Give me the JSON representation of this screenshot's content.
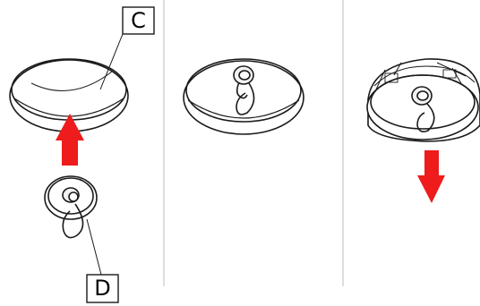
{
  "figure": {
    "callouts": [
      {
        "id": "C",
        "label": "C"
      },
      {
        "id": "D",
        "label": "D"
      }
    ],
    "panels": [
      {
        "id": "panel-1",
        "description_free": true
      },
      {
        "id": "panel-2",
        "description_free": true
      },
      {
        "id": "panel-3",
        "description_free": true
      }
    ],
    "colors": {
      "line": "#1a1a1a",
      "divider": "#c8c8c8",
      "arrow": "#ee1c1c",
      "fill_light": "#f2f2f2"
    }
  }
}
